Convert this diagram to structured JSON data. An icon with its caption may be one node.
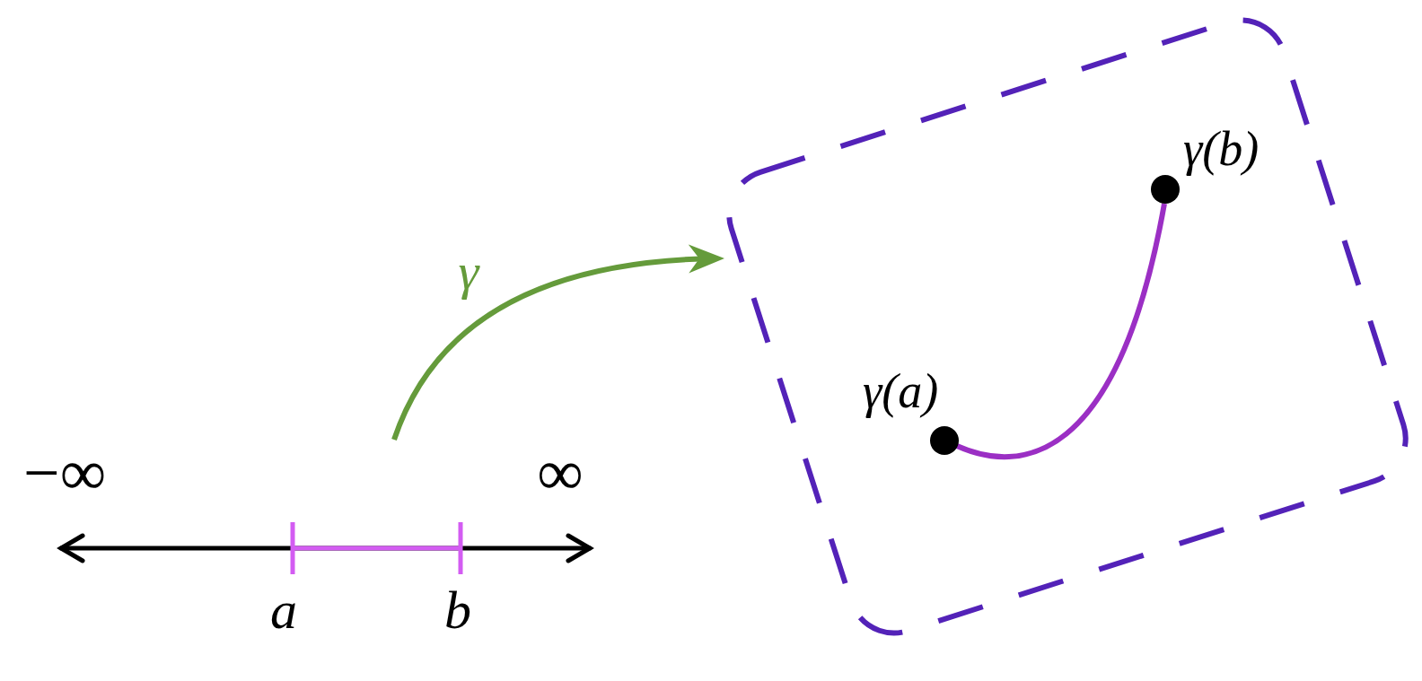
{
  "diagram": {
    "nodes": [
      {
        "text": [],
        "shape": "box"
      },
      {
        "text": [],
        "shape": "circle",
        "in": 0,
        "beside": [
          "γ(a)"
        ]
      },
      {
        "text": [],
        "shape": "circle",
        "in": 0,
        "beside": [
          "γ(b)"
        ]
      }
    ],
    "edges": [
      {
        "from": null,
        "to": 0,
        "arrow": "to",
        "label": "γ",
        "color": "#659b3b"
      },
      {
        "from": 1,
        "to": 2,
        "arrow": "none",
        "color": "#9b2fc4"
      }
    ],
    "labels": [
      "−∞",
      "∞",
      "a",
      "b"
    ]
  }
}
